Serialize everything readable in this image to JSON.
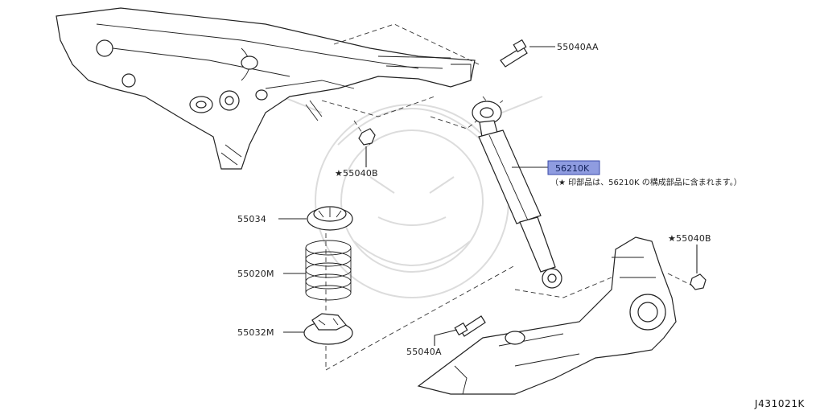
{
  "diagram_code": "J431021K",
  "labels": {
    "bolt_upper": "55040AA",
    "nut_left": "★55040B",
    "nut_right": "★55040B",
    "shock_absorber": "56210K",
    "upper_seat": "55034",
    "coil_spring": "55020M",
    "lower_seat": "55032M",
    "bolt_lower": "55040A"
  },
  "note": "（★ 印部品は、56210K の構成部品に含まれます。）",
  "colors": {
    "highlight": "#8f9ce0",
    "highlight_border": "#3a4aa8",
    "ink": "#222222",
    "watermark": "#dcdcdc"
  }
}
